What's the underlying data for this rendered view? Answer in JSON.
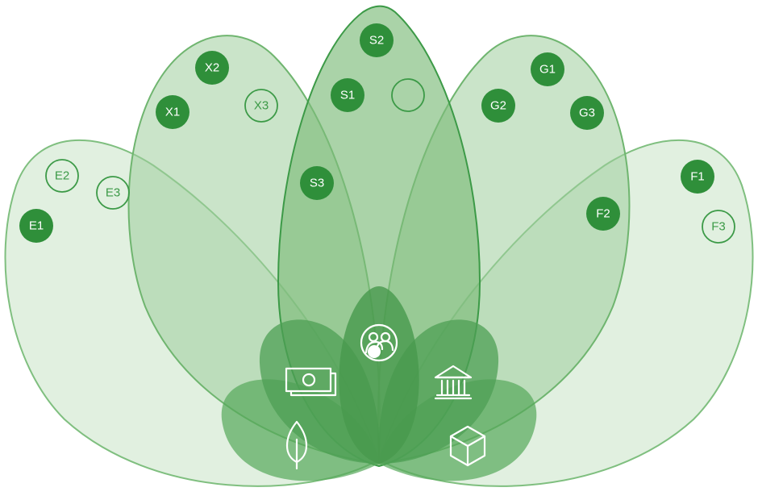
{
  "colors": {
    "filled_circle": "#2f8f3a",
    "filled_text": "#ffffff",
    "outline_circle": "#3c9a47",
    "outline_text": "#3c9a47",
    "outer_petal_fill": "#c9e3c6",
    "outer_petal_stroke": "#7fbf7f",
    "inner_petal_fill": "#55a85a",
    "center_icon_color": "#ffffff"
  },
  "center_icons": [
    {
      "key": "social",
      "icon": "people-group-icon"
    },
    {
      "key": "economic",
      "icon": "money-bill-icon"
    },
    {
      "key": "governance",
      "icon": "bank-building-icon"
    },
    {
      "key": "environment",
      "icon": "leaf-icon"
    },
    {
      "key": "physical",
      "icon": "cube-icon"
    }
  ],
  "petals": [
    {
      "key": "e",
      "items": [
        {
          "label": "E1",
          "style": "filled"
        },
        {
          "label": "E2",
          "style": "outline"
        },
        {
          "label": "E3",
          "style": "outline"
        }
      ]
    },
    {
      "key": "x",
      "items": [
        {
          "label": "X1",
          "style": "filled"
        },
        {
          "label": "X2",
          "style": "filled"
        },
        {
          "label": "X3",
          "style": "outline"
        }
      ]
    },
    {
      "key": "s",
      "items": [
        {
          "label": "S1",
          "style": "filled"
        },
        {
          "label": "S2",
          "style": "filled"
        },
        {
          "label": "S3",
          "style": "filled"
        },
        {
          "label": "",
          "style": "outline"
        }
      ]
    },
    {
      "key": "g",
      "items": [
        {
          "label": "G1",
          "style": "filled"
        },
        {
          "label": "G2",
          "style": "filled"
        },
        {
          "label": "G3",
          "style": "filled"
        }
      ]
    },
    {
      "key": "f",
      "items": [
        {
          "label": "F1",
          "style": "filled"
        },
        {
          "label": "F2",
          "style": "filled"
        },
        {
          "label": "F3",
          "style": "outline"
        }
      ]
    }
  ]
}
